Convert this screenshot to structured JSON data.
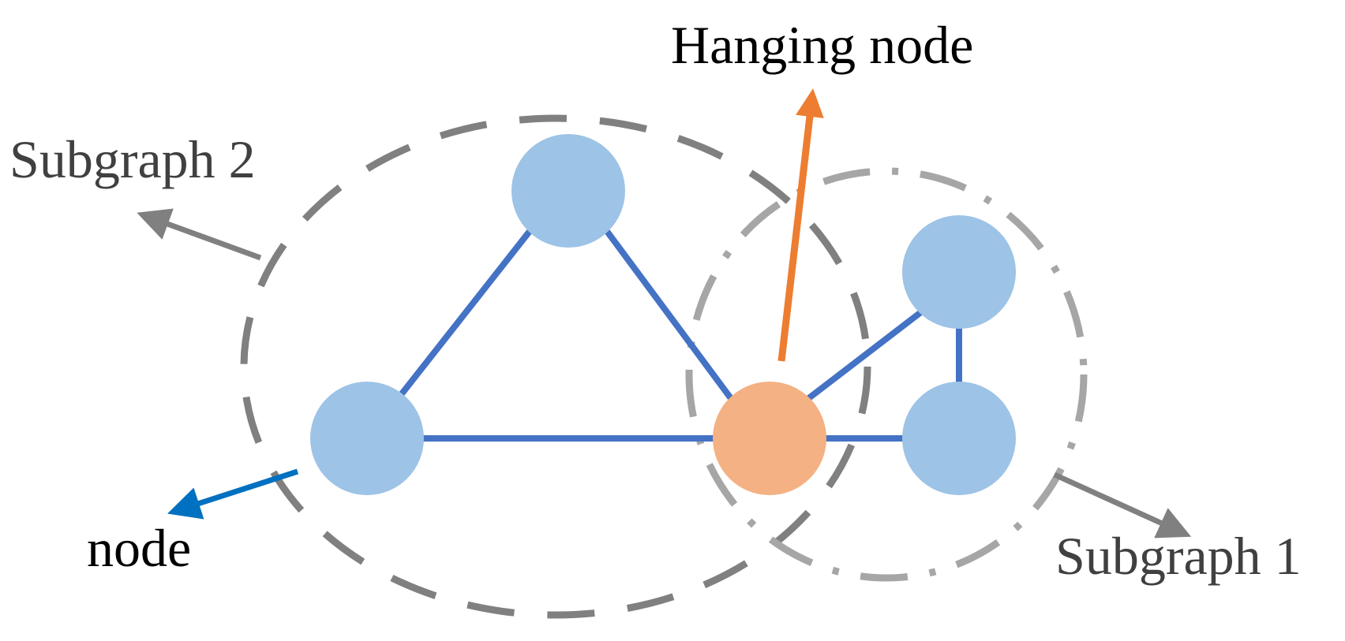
{
  "labels": {
    "hanging_node": "Hanging node",
    "subgraph_2": "Subgraph 2",
    "subgraph_1": "Subgraph 1",
    "node": "node"
  },
  "colors": {
    "node_fill": "#9DC3E6",
    "hanging_node_fill": "#F4B183",
    "edge": "#4472C4",
    "hanging_arrow": "#ED7D31",
    "node_arrow": "#0070C0",
    "subgraph_2_outline": "#808080",
    "subgraph_1_outline": "#A6A6A6",
    "subgraph_arrow": "#808080",
    "black_text": "#000000",
    "gray_text": "#404040"
  },
  "icons": {
    "subgraph_2_outline": "dashed-ellipse",
    "subgraph_1_outline": "dash-dot-circle"
  }
}
